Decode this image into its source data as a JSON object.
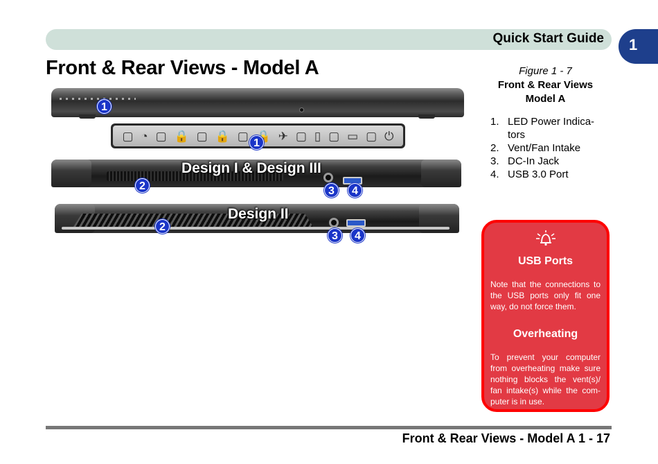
{
  "header": {
    "title": "Quick Start Guide",
    "chapter": "1"
  },
  "page_title": "Front & Rear Views - Model A",
  "figure": {
    "number": "Figure 1 - 7",
    "title_line1": "Front & Rear Views",
    "title_line2": "Model A"
  },
  "legend": [
    {
      "num": "1.",
      "label": "LED Power Indica-tors"
    },
    {
      "num": "2.",
      "label": "Vent/Fan Intake"
    },
    {
      "num": "3.",
      "label": "DC-In Jack"
    },
    {
      "num": "4.",
      "label": "USB 3.0 Port"
    }
  ],
  "design_labels": {
    "rear1": "Design I & Design III",
    "rear2": "Design II"
  },
  "callouts": {
    "c1": "1",
    "c2": "2",
    "c3": "3",
    "c4": "4"
  },
  "indicator_icons": [
    "▢",
    "◔",
    "▢",
    "🔒",
    "▢",
    "🔒",
    "▢",
    "🔒",
    "✈",
    "▢",
    "▯",
    "▢",
    "▭",
    "▢",
    "⏻"
  ],
  "note": {
    "icon": "bell-alert-icon",
    "heading1": "USB Ports",
    "text1": "Note that the connections to the USB ports only fit one way, do not force them.",
    "heading2": "Overheating",
    "text2": "To prevent your computer from overheating make sure nothing blocks the vent(s)/ fan intake(s) while the com-puter is in use."
  },
  "footer": {
    "text": "Front & Rear Views - Model A 1 - 17"
  },
  "colors": {
    "header_bar": "#cfe0d9",
    "chapter_tab": "#1e3f8c",
    "note_bg": "#e23a44",
    "note_border": "#ff0000",
    "callout": "#1a35c8"
  }
}
